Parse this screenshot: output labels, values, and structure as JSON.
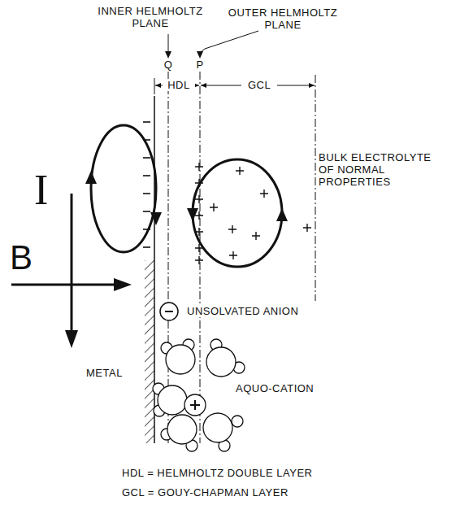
{
  "diagram": {
    "labels": [
      "INNER HELMHOLTZ PLANE",
      "OUTER HELMHOLTZ PLANE",
      "Q",
      "P",
      "HDL",
      "GCL",
      "BULK ELECTROLYTE OF NORMAL PROPERTIES",
      "I",
      "B",
      "UNSOLVATED ANION",
      "METAL",
      "AQUO-CATION",
      "HDL = HELMHOLTZ DOUBLE LAYER",
      "GCL = GOUY-CHAPMAN LAYER"
    ]
  }
}
